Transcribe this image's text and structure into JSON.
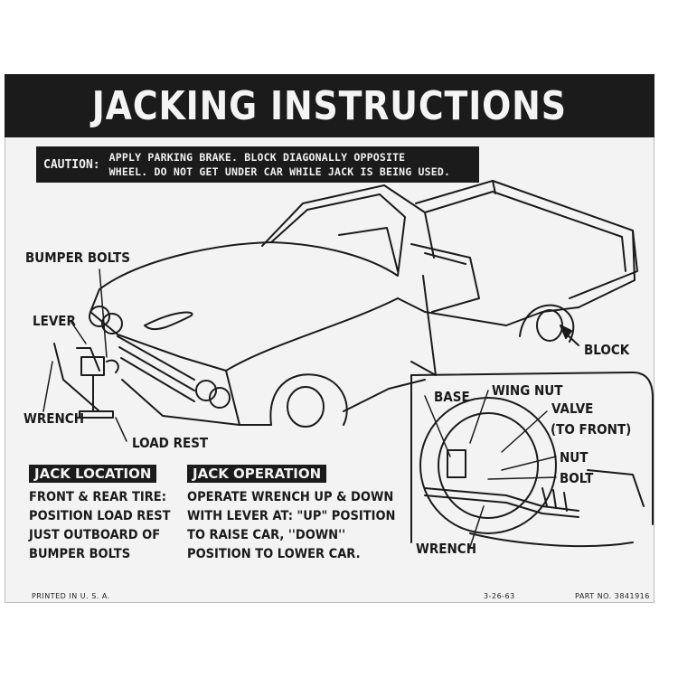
{
  "header": {
    "title": "JACKING INSTRUCTIONS"
  },
  "caution": {
    "tag": "CAUTION:",
    "line1": "APPLY PARKING BRAKE. BLOCK DIAGONALLY  OPPOSITE",
    "line2": "WHEEL. DO NOT GET UNDER CAR  WHILE JACK IS BEING USED."
  },
  "labels": {
    "bumper_bolts": "BUMPER BOLTS",
    "lever": "LEVER",
    "wrench": "WRENCH",
    "load_rest": "LOAD REST",
    "block": "BLOCK",
    "base": "BASE",
    "wing_nut": "WING NUT",
    "valve": "VALVE",
    "to_front": "(TO FRONT)",
    "nut": "NUT",
    "bolt": "BOLT",
    "wrench_detail": "WRENCH"
  },
  "jack_location": {
    "title": "JACK LOCATION",
    "text": "FRONT & REAR TIRE:\nPOSITION LOAD REST\nJUST OUTBOARD OF\nBUMPER BOLTS"
  },
  "jack_operation": {
    "title": "JACK OPERATION",
    "text": "OPERATE WRENCH UP &  DOWN\nWITH LEVER AT: \"UP\" POSITION\nTO RAISE CAR, ''DOWN''\nPOSITION TO LOWER CAR."
  },
  "footer": {
    "printed": "PRINTED IN U. S. A.",
    "date": "3-26-63",
    "part": "PART NO. 3841916"
  },
  "colors": {
    "ink": "#1b1b1b",
    "paper": "#f3f3f3"
  }
}
